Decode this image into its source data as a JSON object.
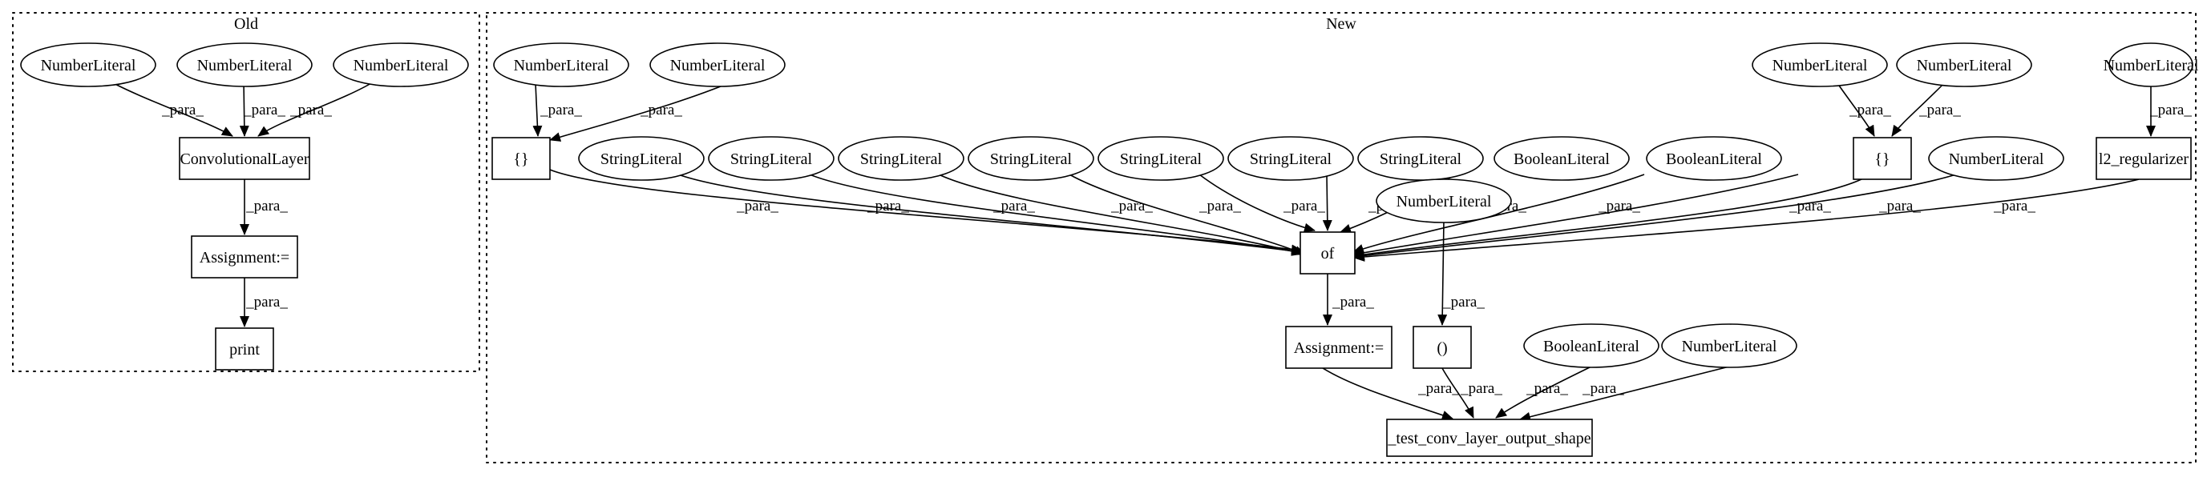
{
  "clusters": {
    "old": {
      "label": "Old"
    },
    "new": {
      "label": "New"
    }
  },
  "nodes": {
    "old_num1": "NumberLiteral",
    "old_num2": "NumberLiteral",
    "old_num3": "NumberLiteral",
    "old_conv": "ConvolutionalLayer",
    "old_assign": "Assignment:=",
    "old_print": "print",
    "new_num_a": "NumberLiteral",
    "new_num_b": "NumberLiteral",
    "new_brace1": "{}",
    "new_str1": "StringLiteral",
    "new_str2": "StringLiteral",
    "new_str3": "StringLiteral",
    "new_str4": "StringLiteral",
    "new_str5": "StringLiteral",
    "new_str6": "StringLiteral",
    "new_str7": "StringLiteral",
    "new_bool1": "BooleanLiteral",
    "new_bool2": "BooleanLiteral",
    "new_num_c": "NumberLiteral",
    "new_num_d": "NumberLiteral",
    "new_brace2": "{}",
    "new_num_e": "NumberLiteral",
    "new_num_f": "NumberLiteral",
    "new_l2": "l2_regularizer",
    "new_of": "of",
    "new_num_g": "NumberLiteral",
    "new_assign": "Assignment:=",
    "new_paren": "()",
    "new_bool3": "BooleanLiteral",
    "new_num_h": "NumberLiteral",
    "new_test": "_test_conv_layer_output_shape"
  },
  "edge_label": "_para_"
}
